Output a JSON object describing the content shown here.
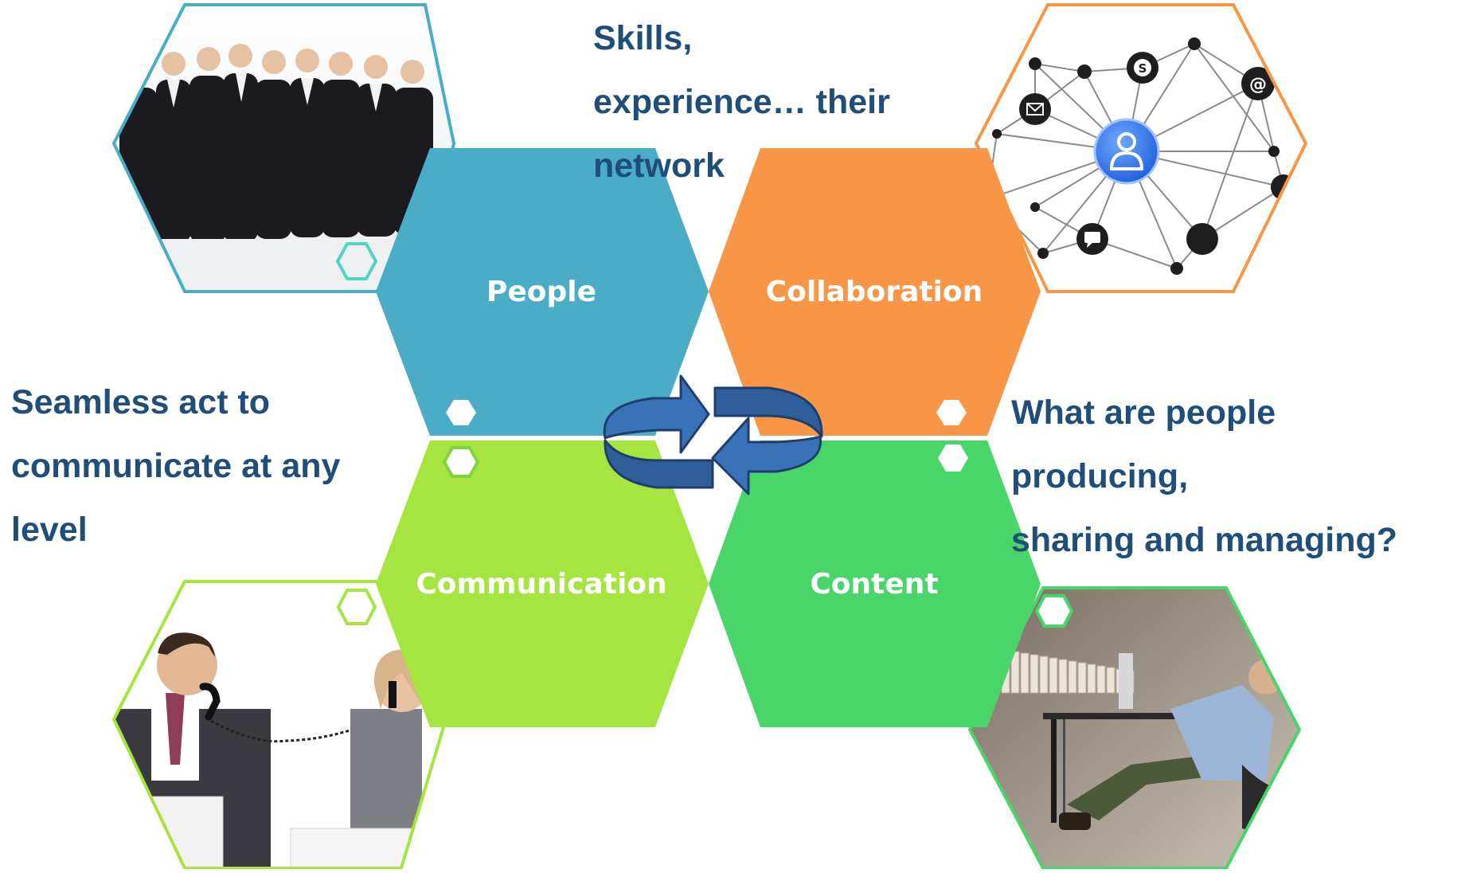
{
  "hexagons": {
    "people": {
      "label": "People",
      "color": "#4bacc6"
    },
    "collaboration": {
      "label": "Collaboration",
      "color": "#f79646"
    },
    "communication": {
      "label": "Communication",
      "color": "#a6e43f"
    },
    "content": {
      "label": "Content",
      "color": "#4ad56b"
    }
  },
  "callouts": {
    "people": [
      "Skills,",
      "experience… their",
      "network"
    ],
    "communication": [
      "Seamless act to",
      "communicate at any",
      "level"
    ],
    "content": [
      "What are people producing,",
      "sharing and managing?"
    ]
  },
  "colors": {
    "callout_text": "#1f4e79",
    "cycle_arrows": "#3a72b8",
    "people_frame": "#4bacc6",
    "collaboration_frame": "#f79646",
    "communication_frame": "#a6e43f",
    "content_frame": "#4ad56b"
  },
  "icons": [
    "envelope-icon",
    "skype-icon",
    "at-sign-icon",
    "user-icon",
    "chat-bubble-icon"
  ]
}
